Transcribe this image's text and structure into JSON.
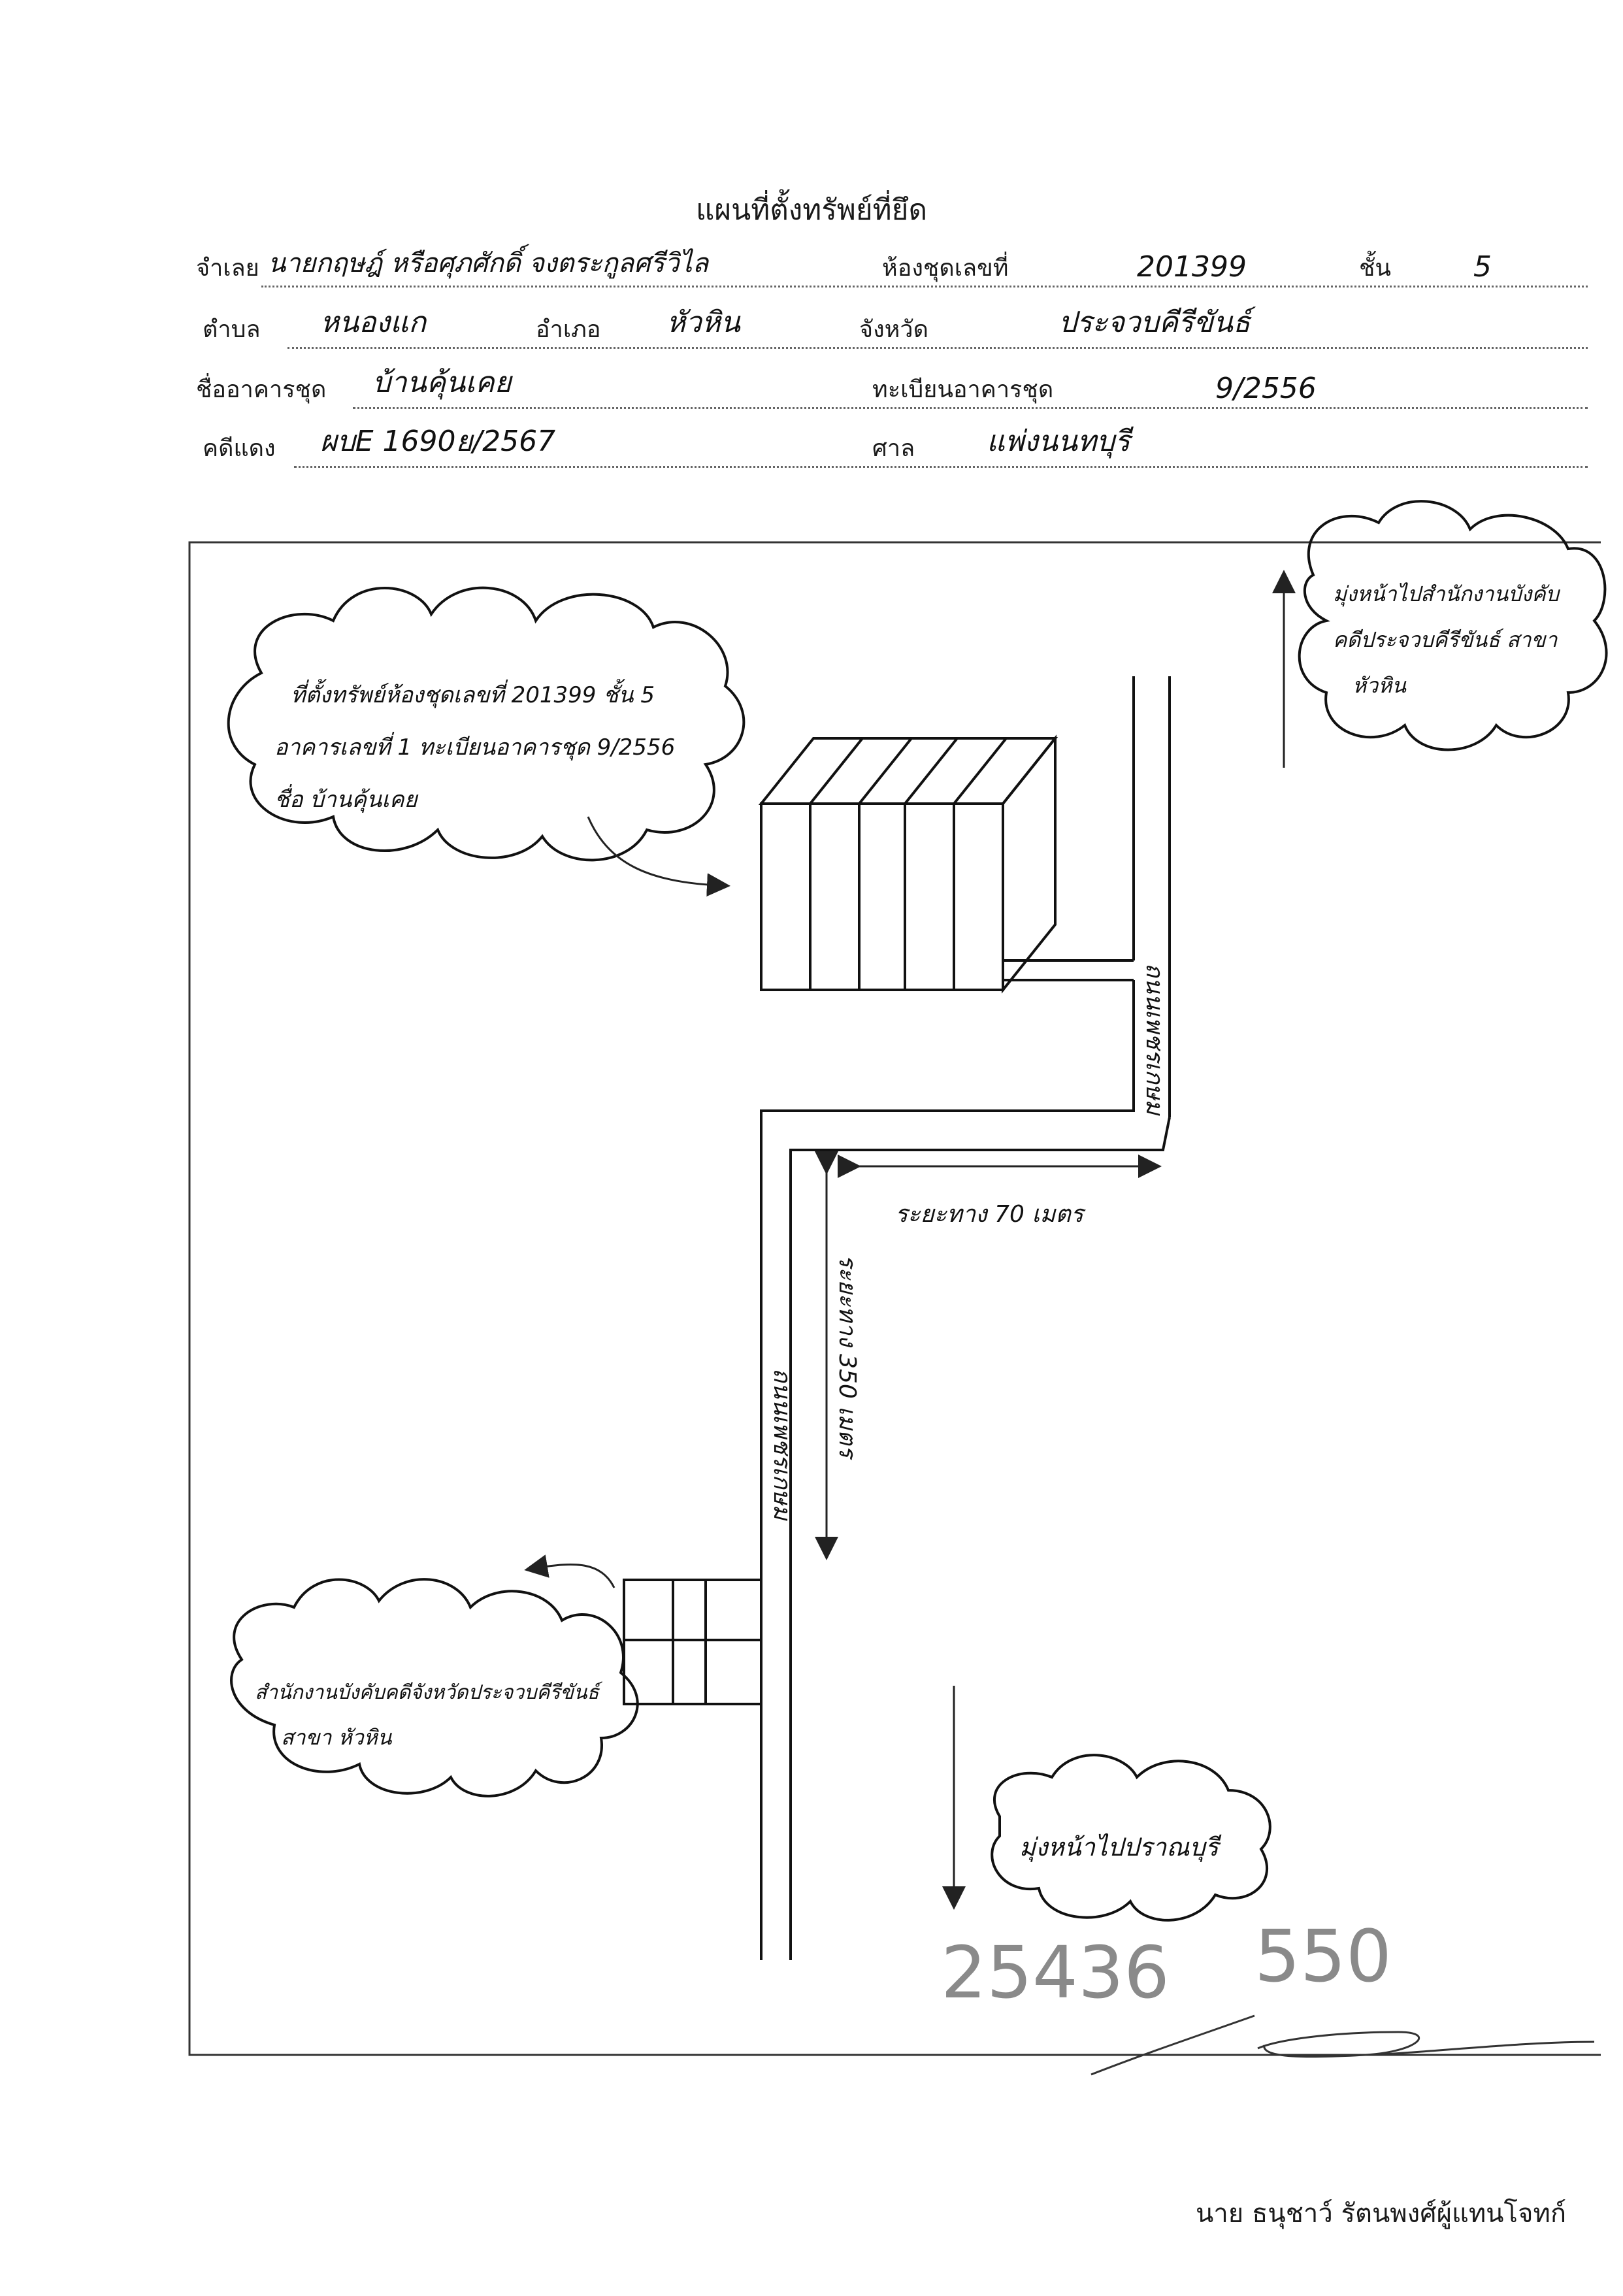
{
  "title": "แผนที่ตั้งทรัพย์ที่ยึด",
  "fields": {
    "debtor_label": "จำเลย",
    "debtor_value": "นายกฤษฎ์ หรือศุภศักดิ์ จงตระกูลศรีวิไล",
    "unit_label": "ห้องชุดเลขที่",
    "unit_value": "201399",
    "floor_label": "ชั้น",
    "floor_value": "5",
    "subdistrict_label": "ตำบล",
    "subdistrict_value": "หนองแก",
    "district_label": "อำเภอ",
    "district_value": "หัวหิน",
    "province_label": "จังหวัด",
    "province_value": "ประจวบคีรีขันธ์",
    "building_label": "ชื่ออาคารชุด",
    "building_value": "บ้านคุ้นเคย",
    "registration_label": "ทะเบียนอาคารชุด",
    "registration_value": "9/2556",
    "case_label": "คดีแดง",
    "case_value": "ผบE 1690ย/2567",
    "court_label": "ศาล",
    "court_value": "แพ่งนนทบุรี"
  },
  "map": {
    "property_note": [
      "ที่ตั้งทรัพย์ห้องชุดเลขที่ 201399 ชั้น 5",
      "อาคารเลขที่ 1 ทะเบียนอาคารชุด 9/2556",
      "ชื่อ บ้านคุ้นเคย"
    ],
    "north_note": [
      "มุ่งหน้าไปสำนักงานบังคับ",
      "คดีประจวบคีรีขันธ์ สาขา",
      "หัวหิน"
    ],
    "office_note": [
      "สำนักงานบังคับคดีจังหวัดประจวบคีรีขันธ์",
      "สาขา หัวหิน"
    ],
    "south_note": [
      "มุ่งหน้าไปปราณบุรี"
    ],
    "road_label_upper": "ถนนเพชรเกษม",
    "road_label_lower": "ถนนเพชรเกษม",
    "distance_horizontal": "ระยะทาง 70 เมตร",
    "distance_vertical": "ระยะทาง 350 เมตร"
  },
  "stamps": {
    "number_left": "25436",
    "number_right": "550"
  },
  "footer": {
    "signer": "นาย ธนุชาว์  รัตนพงศ์ผู้แทนโจทก์"
  }
}
